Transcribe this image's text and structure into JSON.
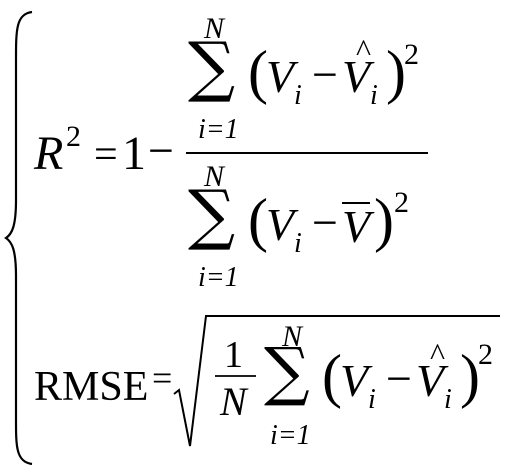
{
  "equation1": {
    "lhs_base": "R",
    "lhs_exp": "2",
    "equals": "=",
    "one": "1",
    "minus": "−",
    "numerator": {
      "sum_symbol": "∑",
      "upper_limit": "N",
      "lower_limit": "i=1",
      "open_paren": "(",
      "v": "V",
      "v_sub": "i",
      "minus": "−",
      "v_hat": "V",
      "hat": "^",
      "v_hat_sub": "i",
      "close_paren": ")",
      "exp": "2"
    },
    "denominator": {
      "sum_symbol": "∑",
      "upper_limit": "N",
      "lower_limit": "i=1",
      "open_paren": "(",
      "v": "V",
      "v_sub": "i",
      "minus": "−",
      "v_bar": "V",
      "close_paren": ")",
      "exp": "2"
    }
  },
  "equation2": {
    "label": "RMSE",
    "equals": "=",
    "frac_num": "1",
    "frac_den": "N",
    "sum_symbol": "∑",
    "upper_limit": "N",
    "lower_limit": "i=1",
    "open_paren": "(",
    "v": "V",
    "v_sub": "i",
    "minus": "−",
    "v_hat": "V",
    "hat": "^",
    "v_hat_sub": "i",
    "close_paren": ")",
    "exp": "2"
  }
}
